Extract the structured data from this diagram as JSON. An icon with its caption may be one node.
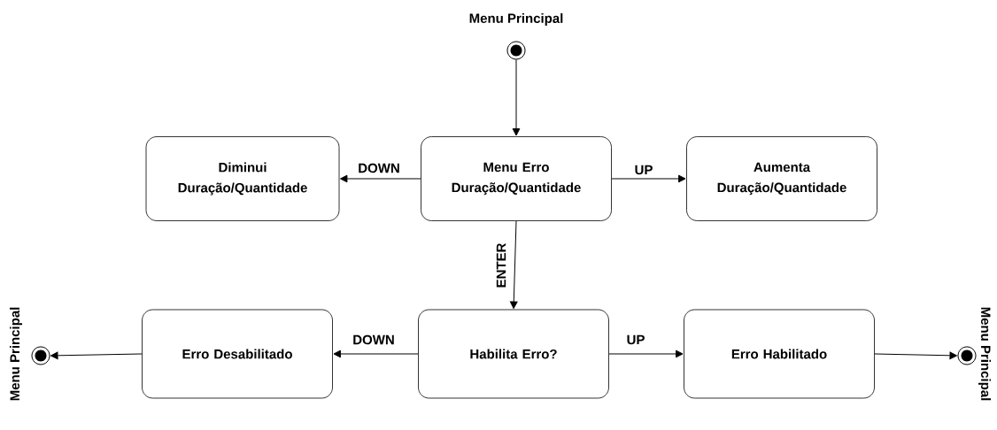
{
  "diagram": {
    "nodes": [
      {
        "text": [],
        "shape": "circle",
        "beside": [
          "Menu Principal"
        ]
      },
      {
        "text": [
          "Diminui",
          "Duração/Quantidade"
        ]
      },
      {
        "text": [
          "Menu Erro",
          "Duração/Quantidade"
        ]
      },
      {
        "text": [
          "Aumenta",
          "Duração/Quantidade"
        ]
      },
      {
        "text": [],
        "shape": "circle",
        "beside": [
          "Menu Principal"
        ]
      },
      {
        "text": [
          "Erro Desabilitado"
        ]
      },
      {
        "text": [
          "Habilita Erro?"
        ]
      },
      {
        "text": [
          "Erro Habilitado"
        ]
      },
      {
        "text": [],
        "shape": "circle",
        "beside": [
          "Menu Principal"
        ]
      }
    ],
    "edges": [
      {
        "from": 0,
        "to": 2,
        "arrow": "to"
      },
      {
        "from": 2,
        "to": 1,
        "arrow": "to",
        "label": "DOWN"
      },
      {
        "from": 2,
        "to": 3,
        "arrow": "to",
        "label": "UP"
      },
      {
        "from": 2,
        "to": 6,
        "arrow": "to",
        "label": "ENTER"
      },
      {
        "from": 6,
        "to": 5,
        "arrow": "to",
        "label": "DOWN"
      },
      {
        "from": 6,
        "to": 7,
        "arrow": "to",
        "label": "UP"
      },
      {
        "from": 5,
        "to": 4,
        "arrow": "to"
      },
      {
        "from": 7,
        "to": 8,
        "arrow": "to"
      }
    ]
  }
}
